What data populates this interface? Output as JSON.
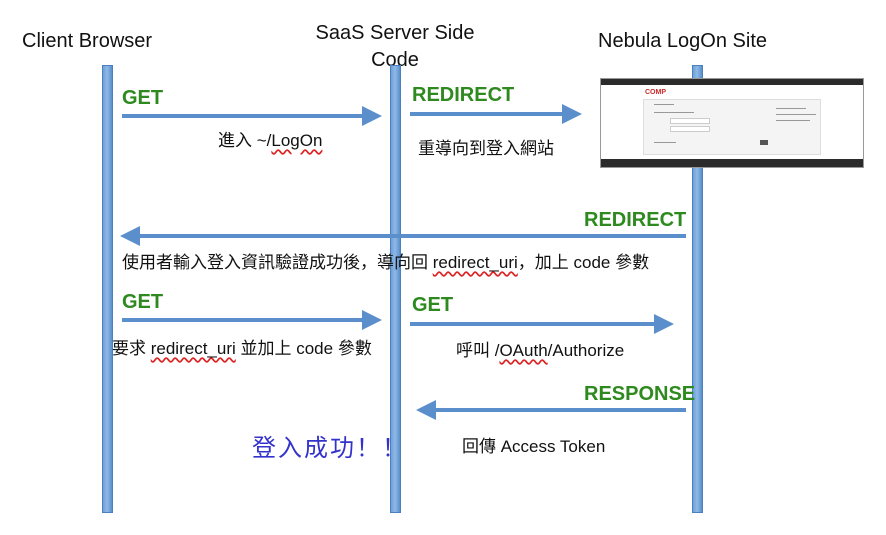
{
  "columns": {
    "client": "Client Browser",
    "saas_line1": "SaaS Server Side",
    "saas_line2": "Code",
    "nebula": "Nebula LogOn Site"
  },
  "messages": {
    "m1_verb": "GET",
    "m1_note_prefix": "進入 ~/",
    "m1_note_path": "LogOn",
    "m2_verb": "REDIRECT",
    "m2_note": "重導向到登入網站",
    "m3_verb": "REDIRECT",
    "m3_note_a": "使用者輸入登入資訊驗證成功後，導向回 ",
    "m3_note_b": "redirect_uri",
    "m3_note_c": "，加上 code 參數",
    "m4_verb": "GET",
    "m4_note_a": "要求 ",
    "m4_note_b": "redirect_uri",
    "m4_note_c": " 並加上 code 參數",
    "m5_verb": "GET",
    "m5_note_a": "呼叫 /",
    "m5_note_b": "OAuth",
    "m5_note_c": "/Authorize",
    "m6_verb": "RESPONSE",
    "m6_note": "回傳 Access Token",
    "success": "登入成功！！"
  },
  "login_screenshot": {
    "logo_text": "COMP"
  },
  "colors": {
    "lifeline": "#6ea0d8",
    "arrow": "#5b8fcc",
    "verb": "#2e8a1e",
    "success": "#3333cc"
  }
}
